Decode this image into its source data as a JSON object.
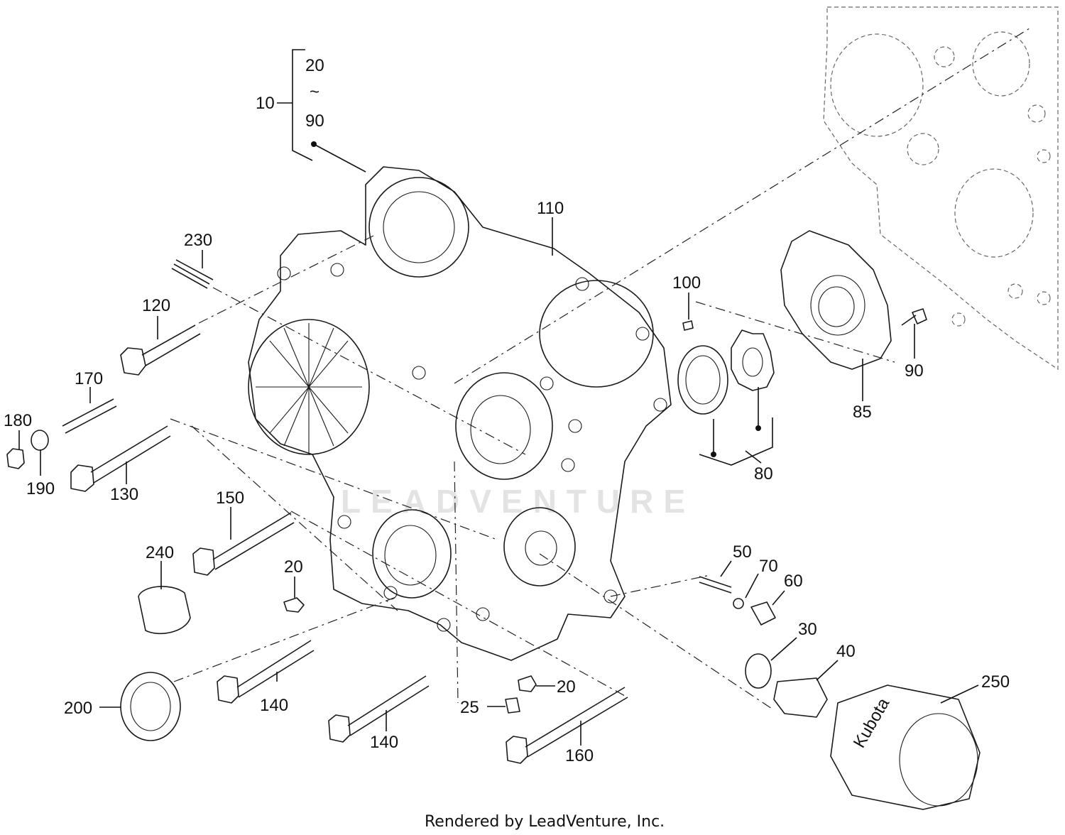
{
  "diagram": {
    "callouts": {
      "c10": "10",
      "c20_top": "20",
      "tilde": "~",
      "c90_top": "90",
      "c110": "110",
      "c230": "230",
      "c120": "120",
      "c170": "170",
      "c180": "180",
      "c190": "190",
      "c130": "130",
      "c100": "100",
      "c90_right": "90",
      "c85": "85",
      "c80": "80",
      "c150": "150",
      "c240": "240",
      "c20_mid": "20",
      "c50": "50",
      "c70": "70",
      "c60": "60",
      "c30": "30",
      "c40": "40",
      "c250": "250",
      "c200": "200",
      "c140_left": "140",
      "c140_right": "140",
      "c25": "25",
      "c20_low": "20",
      "c160": "160"
    },
    "watermark": "LEADVENTURE",
    "filter_brand": "Kubota",
    "footer": "Rendered by LeadVenture, Inc."
  }
}
